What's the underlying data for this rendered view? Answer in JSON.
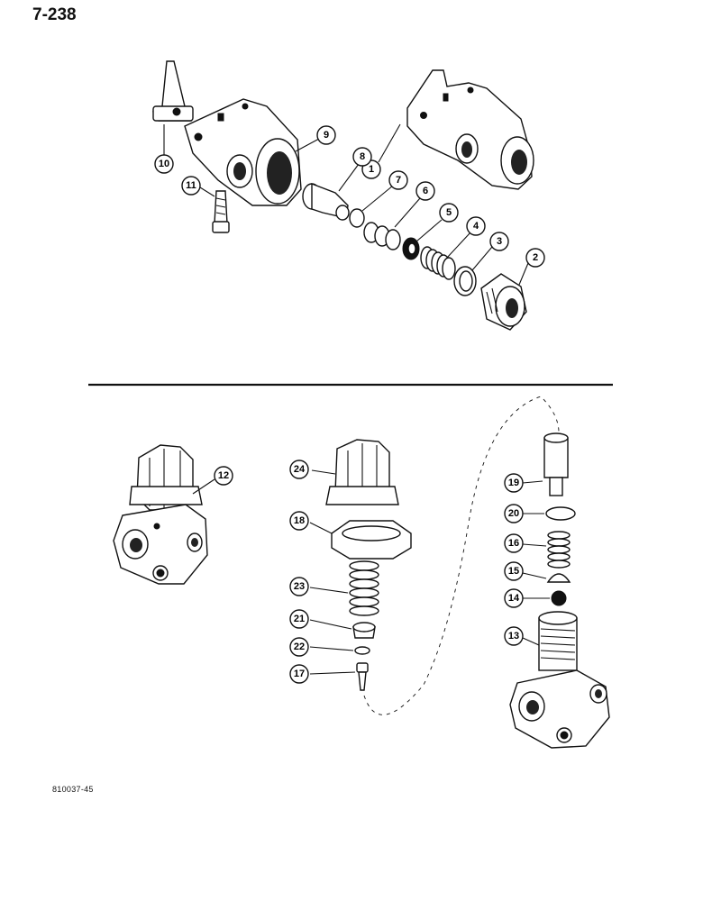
{
  "page": {
    "number": "7-238",
    "figure_code": "810037-45"
  },
  "callouts": {
    "c1": "1",
    "c2": "2",
    "c3": "3",
    "c4": "4",
    "c5": "5",
    "c6": "6",
    "c7": "7",
    "c8": "8",
    "c9": "9",
    "c10": "10",
    "c11": "11",
    "c12": "12",
    "c13": "13",
    "c14": "14",
    "c15": "15",
    "c16": "16",
    "c17": "17",
    "c18": "18",
    "c19": "19",
    "c20": "20",
    "c21": "21",
    "c22": "22",
    "c23": "23",
    "c24": "24"
  },
  "colors": {
    "ink": "#111111",
    "paper": "#ffffff"
  }
}
